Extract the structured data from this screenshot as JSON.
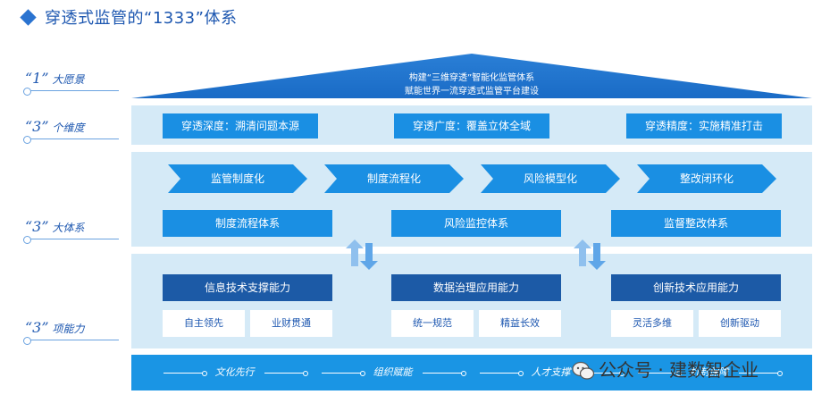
{
  "title": "穿透式监管的“1333”体系",
  "levels": [
    {
      "num": "“1”",
      "text": "大愿景"
    },
    {
      "num": "“3”",
      "text": "个维度"
    },
    {
      "num": "“3”",
      "text": "大体系"
    },
    {
      "num": "“3”",
      "text": "项能力"
    }
  ],
  "vision": {
    "line1": "构建“三维穿透”智能化监管体系",
    "line2": "赋能世界一流穿透式监管平台建设"
  },
  "dimensions": [
    "穿透深度：溯清问题本源",
    "穿透广度：覆盖立体全域",
    "穿透精度：实施精准打击"
  ],
  "flow": [
    "监管制度化",
    "制度流程化",
    "风险模型化",
    "整改闭环化"
  ],
  "systems": [
    "制度流程体系",
    "风险监控体系",
    "监督整改体系"
  ],
  "capabilities": [
    {
      "name": "信息技术支撑能力",
      "subs": [
        "自主领先",
        "业财贯通"
      ]
    },
    {
      "name": "数据治理应用能力",
      "subs": [
        "统一规范",
        "精益长效"
      ]
    },
    {
      "name": "创新技术应用能力",
      "subs": [
        "灵活多维",
        "创新驱动"
      ]
    }
  ],
  "footer": [
    "文化先行",
    "组织赋能",
    "人才支撑",
    "机制保障"
  ],
  "watermark": "公众号 · 建数智企业",
  "colors": {
    "title": "#1d57b0",
    "band": "#d5eaf7",
    "box": "#1a8fe3",
    "dark_box": "#1c5aa6",
    "footer": "#1a95e4"
  }
}
